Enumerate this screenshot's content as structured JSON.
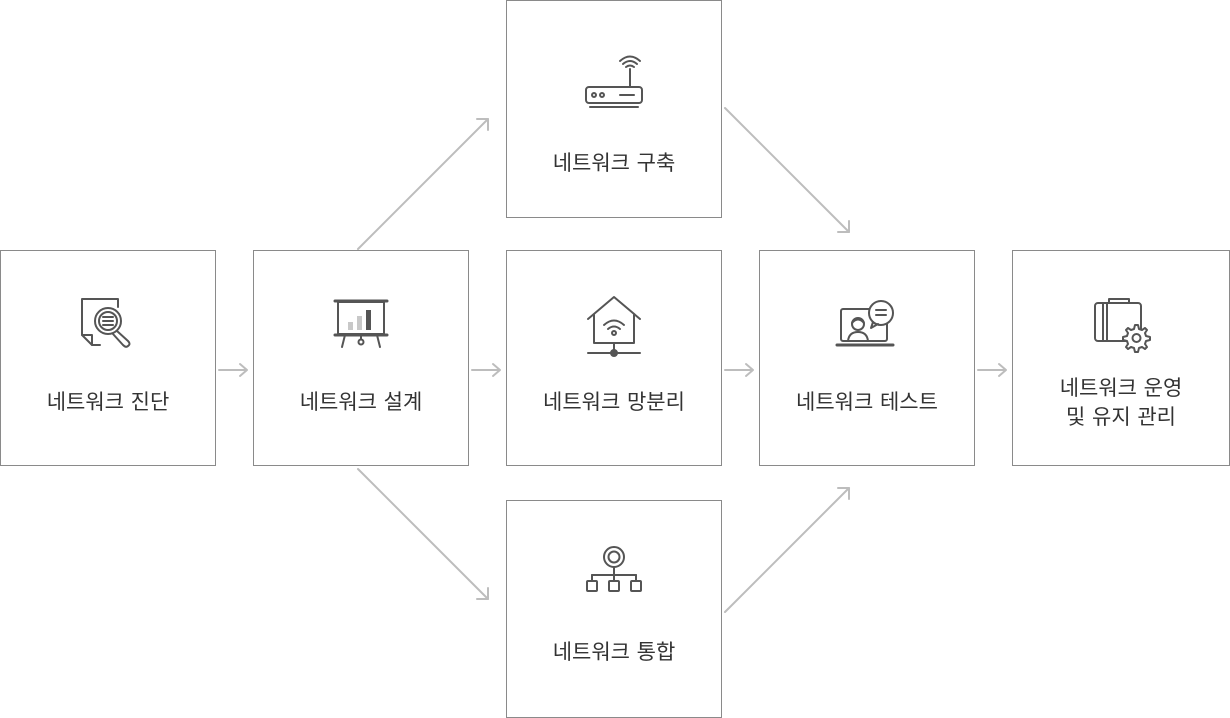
{
  "diagram": {
    "steps": [
      {
        "id": "diagnosis",
        "label": "네트워크 진단",
        "icon": "document-magnifier-icon"
      },
      {
        "id": "design",
        "label": "네트워크 설계",
        "icon": "presentation-board-icon"
      },
      {
        "id": "build",
        "label": "네트워크 구축",
        "icon": "wifi-router-icon"
      },
      {
        "id": "separation",
        "label": "네트워크 망분리",
        "icon": "wifi-house-icon"
      },
      {
        "id": "integration",
        "label": "네트워크 통합",
        "icon": "hierarchy-icon"
      },
      {
        "id": "test",
        "label": "네트워크 테스트",
        "icon": "video-chat-monitor-icon"
      },
      {
        "id": "operation",
        "label_lines": [
          "네트워크 운영",
          "및 유지 관리"
        ],
        "icon": "toolbox-gear-icon"
      }
    ],
    "colors": {
      "border": "#8a8a8a",
      "arrow": "#bdbdbd",
      "icon": "#555555",
      "text": "#333333"
    }
  }
}
